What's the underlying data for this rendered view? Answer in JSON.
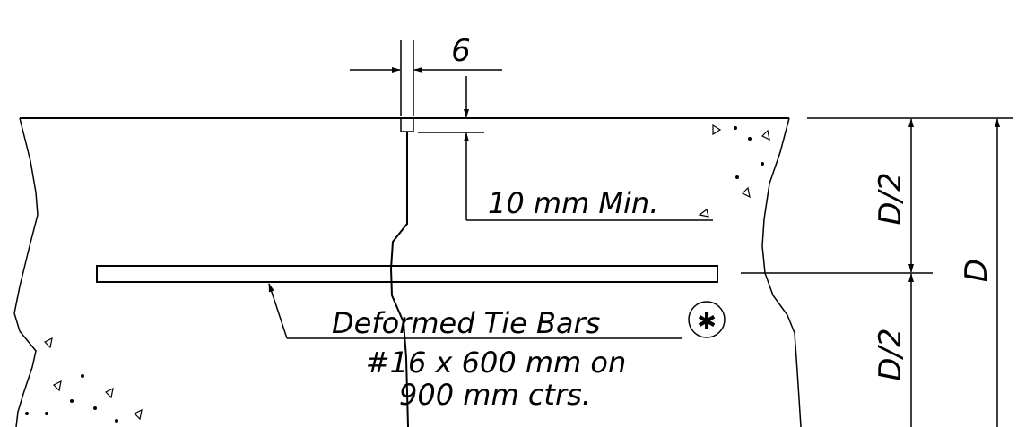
{
  "dimensions": {
    "joint_width": "6",
    "sealant_depth": "10 mm Min.",
    "half_depth_top": "D/2",
    "half_depth_bottom": "D/2",
    "full_depth": "D"
  },
  "tie_bar_note": {
    "line1": "Deformed Tie Bars",
    "line2": "#16 x 600 mm on",
    "line3": "900 mm ctrs.",
    "symbol": "✱"
  }
}
